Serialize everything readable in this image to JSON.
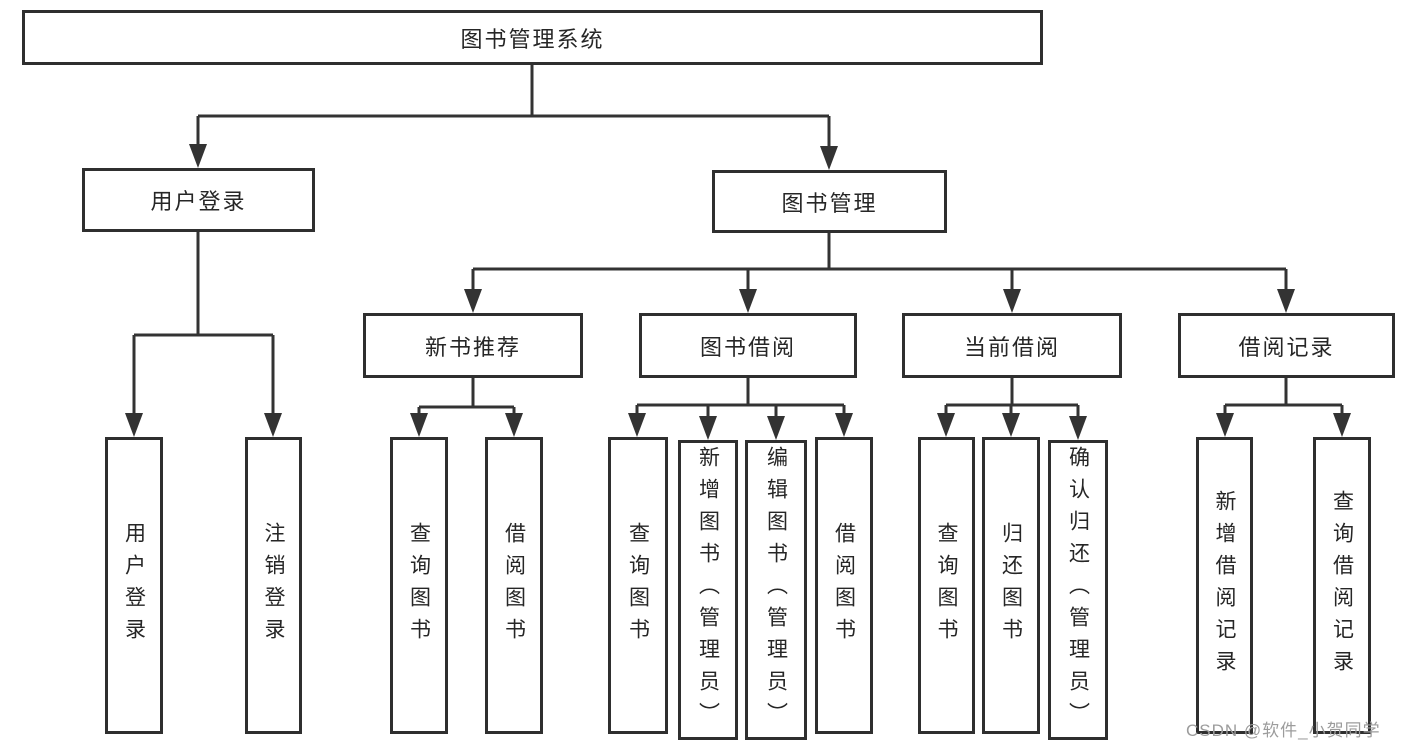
{
  "tree": {
    "label": "图书管理系统",
    "children": [
      {
        "label": "用户登录",
        "children": [
          {
            "label": "用户登录"
          },
          {
            "label": "注销登录"
          }
        ]
      },
      {
        "label": "图书管理",
        "children": [
          {
            "label": "新书推荐",
            "children": [
              {
                "label": "查询图书"
              },
              {
                "label": "借阅图书"
              }
            ]
          },
          {
            "label": "图书借阅",
            "children": [
              {
                "label": "查询图书"
              },
              {
                "label": "新增图书（管理员）"
              },
              {
                "label": "编辑图书（管理员）"
              },
              {
                "label": "借阅图书"
              }
            ]
          },
          {
            "label": "当前借阅",
            "children": [
              {
                "label": "查询图书"
              },
              {
                "label": "归还图书"
              },
              {
                "label": "确认归还（管理员）"
              }
            ]
          },
          {
            "label": "借阅记录",
            "children": [
              {
                "label": "新增借阅记录"
              },
              {
                "label": "查询借阅记录"
              }
            ]
          }
        ]
      }
    ]
  },
  "watermark": "CSDN @软件_小贺同学",
  "colors": {
    "line": "#333333",
    "border": "#2f2f2f",
    "text": "#262626",
    "watermark_text": "#9c9c9c",
    "background": "#ffffff"
  }
}
